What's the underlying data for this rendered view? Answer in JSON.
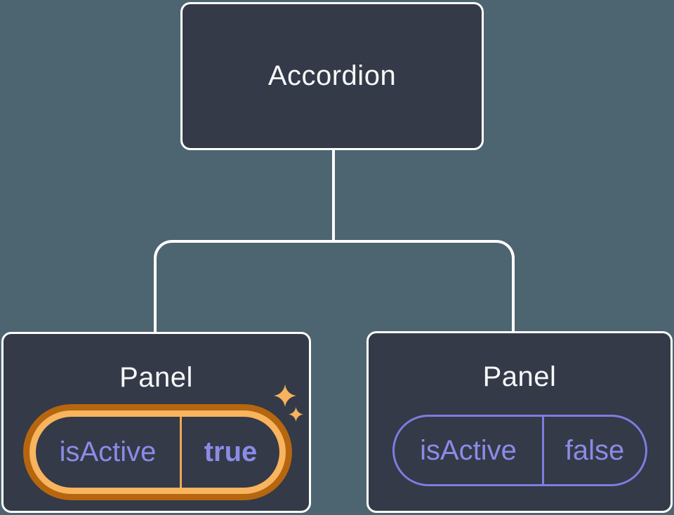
{
  "diagram": {
    "root": {
      "label": "Accordion"
    },
    "children": [
      {
        "title": "Panel",
        "prop": {
          "name": "isActive",
          "value": "true"
        },
        "highlighted": true
      },
      {
        "title": "Panel",
        "prop": {
          "name": "isActive",
          "value": "false"
        },
        "highlighted": false
      }
    ]
  },
  "colors": {
    "background": "#4d6570",
    "node_fill": "#343a47",
    "node_border": "#ffffff",
    "connector": "#ffffff",
    "prop_text_purple": "#8b8be8",
    "pill_outline_purple": "#7d7de1",
    "highlight_ring_inner": "#f8b45e",
    "highlight_ring_outer": "#b5660e",
    "highlight_divider": "#edaa52",
    "sparkle": "#f6b25c"
  },
  "icons": {
    "sparkle_big": "sparkle-icon",
    "sparkle_small": "sparkle-icon"
  }
}
